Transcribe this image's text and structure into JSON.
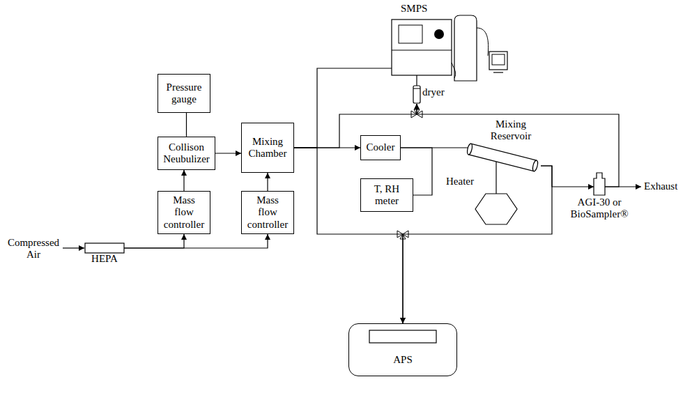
{
  "diagram": {
    "nodes": [
      {
        "text": [
          "Pressure gauge"
        ]
      },
      {
        "text": [
          "Collison Neubulizer"
        ]
      },
      {
        "text": [
          "Mass flow controller"
        ]
      },
      {
        "text": [
          "Mass flow controller"
        ]
      },
      {
        "text": [
          "Mixing Chamber"
        ]
      },
      {
        "text": [
          "HEPA"
        ]
      },
      {
        "text": [
          "SMPS"
        ]
      },
      {
        "text": [
          "dryer"
        ]
      },
      {
        "text": [
          "Cooler"
        ]
      },
      {
        "text": [
          "T, RH meter"
        ]
      },
      {
        "text": [
          "Mixing Reservoir"
        ]
      },
      {
        "text": [
          "Heater"
        ]
      },
      {
        "text": [
          "AGI-30 or BioSampler®"
        ]
      },
      {
        "text": [
          "APS"
        ]
      }
    ],
    "edges": [
      {
        "from": 5,
        "to": 2,
        "arrow": "to"
      },
      {
        "from": 5,
        "to": 3,
        "arrow": "to"
      },
      {
        "from": 2,
        "to": 1,
        "arrow": "to"
      },
      {
        "from": 1,
        "to": 0,
        "arrow": "none"
      },
      {
        "from": 1,
        "to": 4,
        "arrow": "to"
      },
      {
        "from": 3,
        "to": 4,
        "arrow": "to"
      },
      {
        "from": 4,
        "to": 6,
        "arrow": "none"
      },
      {
        "from": 4,
        "to": 8,
        "arrow": "to"
      },
      {
        "from": 4,
        "to": 7,
        "arrow": "to"
      },
      {
        "from": 8,
        "to": 10,
        "arrow": "none"
      },
      {
        "from": 8,
        "to": 9,
        "arrow": "none"
      },
      {
        "from": 11,
        "to": 10,
        "arrow": "none"
      },
      {
        "from": 10,
        "to": 12,
        "arrow": "to"
      },
      {
        "from": 10,
        "to": 13,
        "arrow": "to"
      },
      {
        "from": 4,
        "to": 13,
        "arrow": "to"
      },
      {
        "from": 12,
        "to": 7,
        "arrow": "to"
      },
      {
        "from": 7,
        "to": 6,
        "arrow": "none"
      }
    ],
    "labels": [
      "Compressed Air",
      "Exhaust"
    ]
  }
}
